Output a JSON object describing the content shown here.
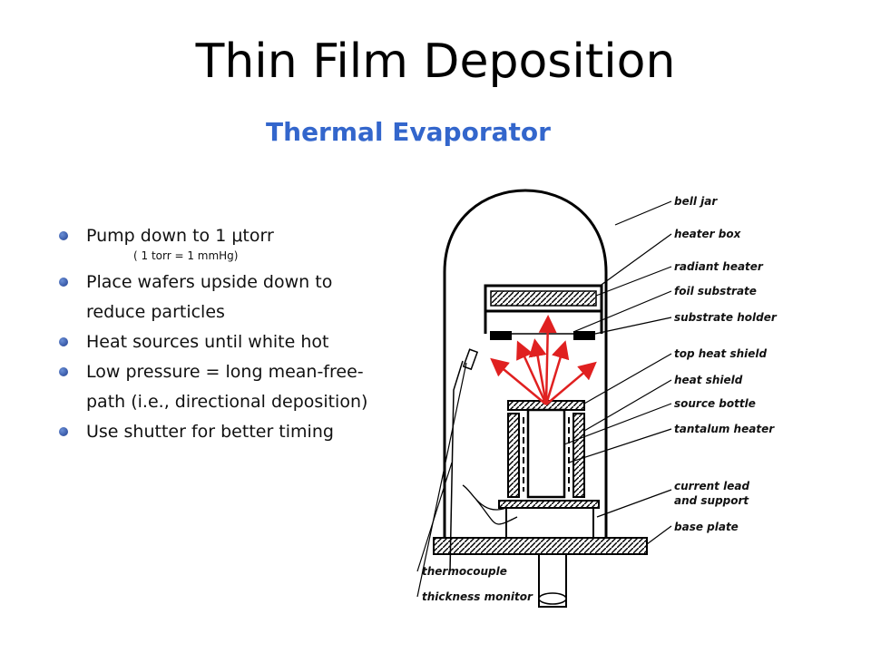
{
  "slide": {
    "title": "Thin Film Deposition",
    "subtitle": "Thermal Evaporator",
    "bullets": [
      {
        "text": "Pump down to 1 μtorr",
        "note": "( 1 torr = 1 mmHg)"
      },
      {
        "text": "Place wafers upside down to reduce particles"
      },
      {
        "text": "Heat sources until white hot"
      },
      {
        "text": "Low pressure = long mean-free-path (i.e., directional deposition)"
      },
      {
        "text": "Use shutter for better timing"
      }
    ]
  },
  "diagram": {
    "labels": {
      "bell_jar": "bell jar",
      "heater_box": "heater box",
      "radiant_heater": "radiant heater",
      "foil_substrate": "foil substrate",
      "substrate_holder": "substrate holder",
      "top_heat_shield": "top heat shield",
      "heat_shield": "heat shield",
      "source_bottle": "source bottle",
      "tantalum_heater": "tantalum heater",
      "current_lead_1": "current lead",
      "current_lead_2": "and support",
      "base_plate": "base plate",
      "thermocouple": "thermocouple",
      "thickness_monitor": "thickness monitor"
    },
    "arrow_color": "#e02020"
  }
}
